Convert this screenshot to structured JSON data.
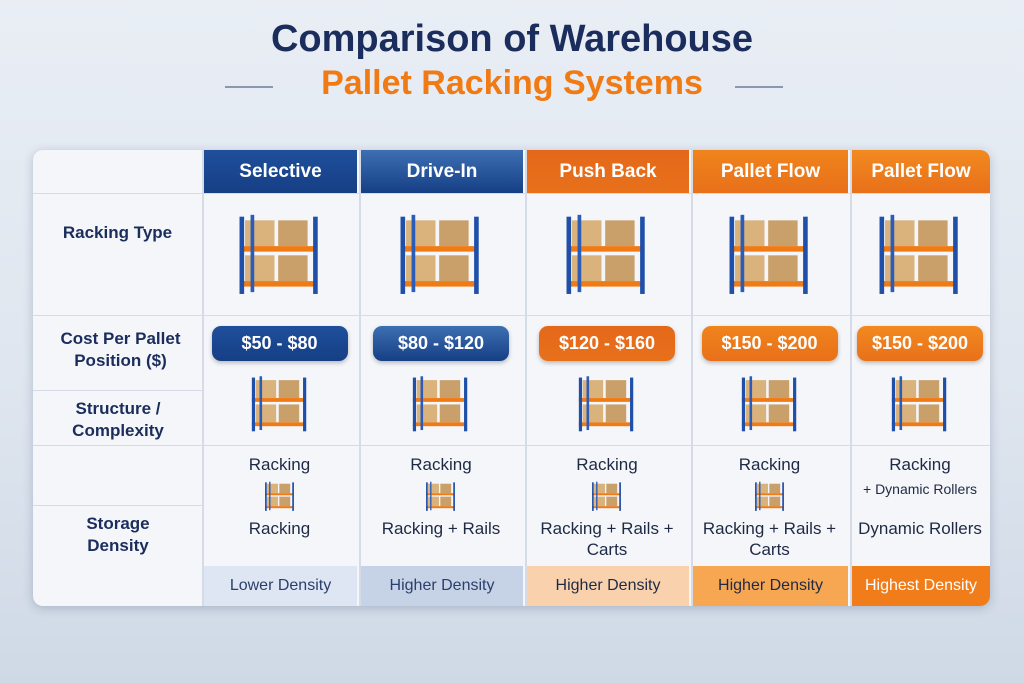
{
  "title": {
    "line1": "Comparison of Warehouse",
    "line2": "Pallet Racking Systems"
  },
  "row_labels": {
    "racking_type": "Racking Type",
    "cost": "Cost Per Pallet Position ($)",
    "structure": "Structure / Complexity",
    "storage": "Storage Density"
  },
  "columns": [
    {
      "name": "Selective",
      "cost": "$50 - $80",
      "top_text": "Racking",
      "components": "Racking",
      "density": "Lower Density",
      "color": "#1f4f9c"
    },
    {
      "name": "Drive-In",
      "cost": "$80 - $120",
      "top_text": "Racking",
      "components": "Racking + Rails",
      "density": "Higher Density",
      "color": "#3d6fb3"
    },
    {
      "name": "Push Back",
      "cost": "$120 - $160",
      "top_text": "Racking",
      "components": "Racking + Rails + Carts",
      "density": "Higher Density",
      "color": "#e4681a"
    },
    {
      "name": "Pallet Flow",
      "cost": "$150 - $200",
      "top_text": "Racking",
      "components": "Racking + Rails + Carts",
      "density": "Higher Density",
      "color": "#f0841c"
    },
    {
      "name": "Pallet Flow",
      "cost": "$150 - $200",
      "top_text": "Racking",
      "sub_text": "+ Dynamic Rollers",
      "components": "Dynamic Rollers",
      "density": "Highest Density",
      "color": "#f28a20"
    }
  ]
}
